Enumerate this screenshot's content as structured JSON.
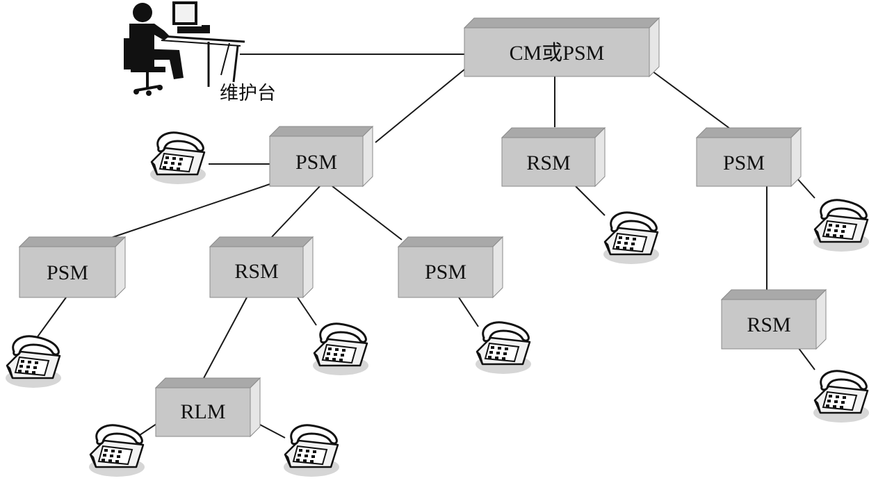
{
  "diagram": {
    "console_label": "维护台",
    "modules": [
      {
        "id": "cm",
        "label": "CM或PSM"
      },
      {
        "id": "psm_l",
        "label": "PSM"
      },
      {
        "id": "rsm_m",
        "label": "RSM"
      },
      {
        "id": "psm_r",
        "label": "PSM"
      },
      {
        "id": "psm_ll",
        "label": "PSM"
      },
      {
        "id": "rsm_lm",
        "label": "RSM"
      },
      {
        "id": "psm_lr",
        "label": "PSM"
      },
      {
        "id": "rsm_r",
        "label": "RSM"
      },
      {
        "id": "rlm",
        "label": "RLM"
      }
    ]
  }
}
